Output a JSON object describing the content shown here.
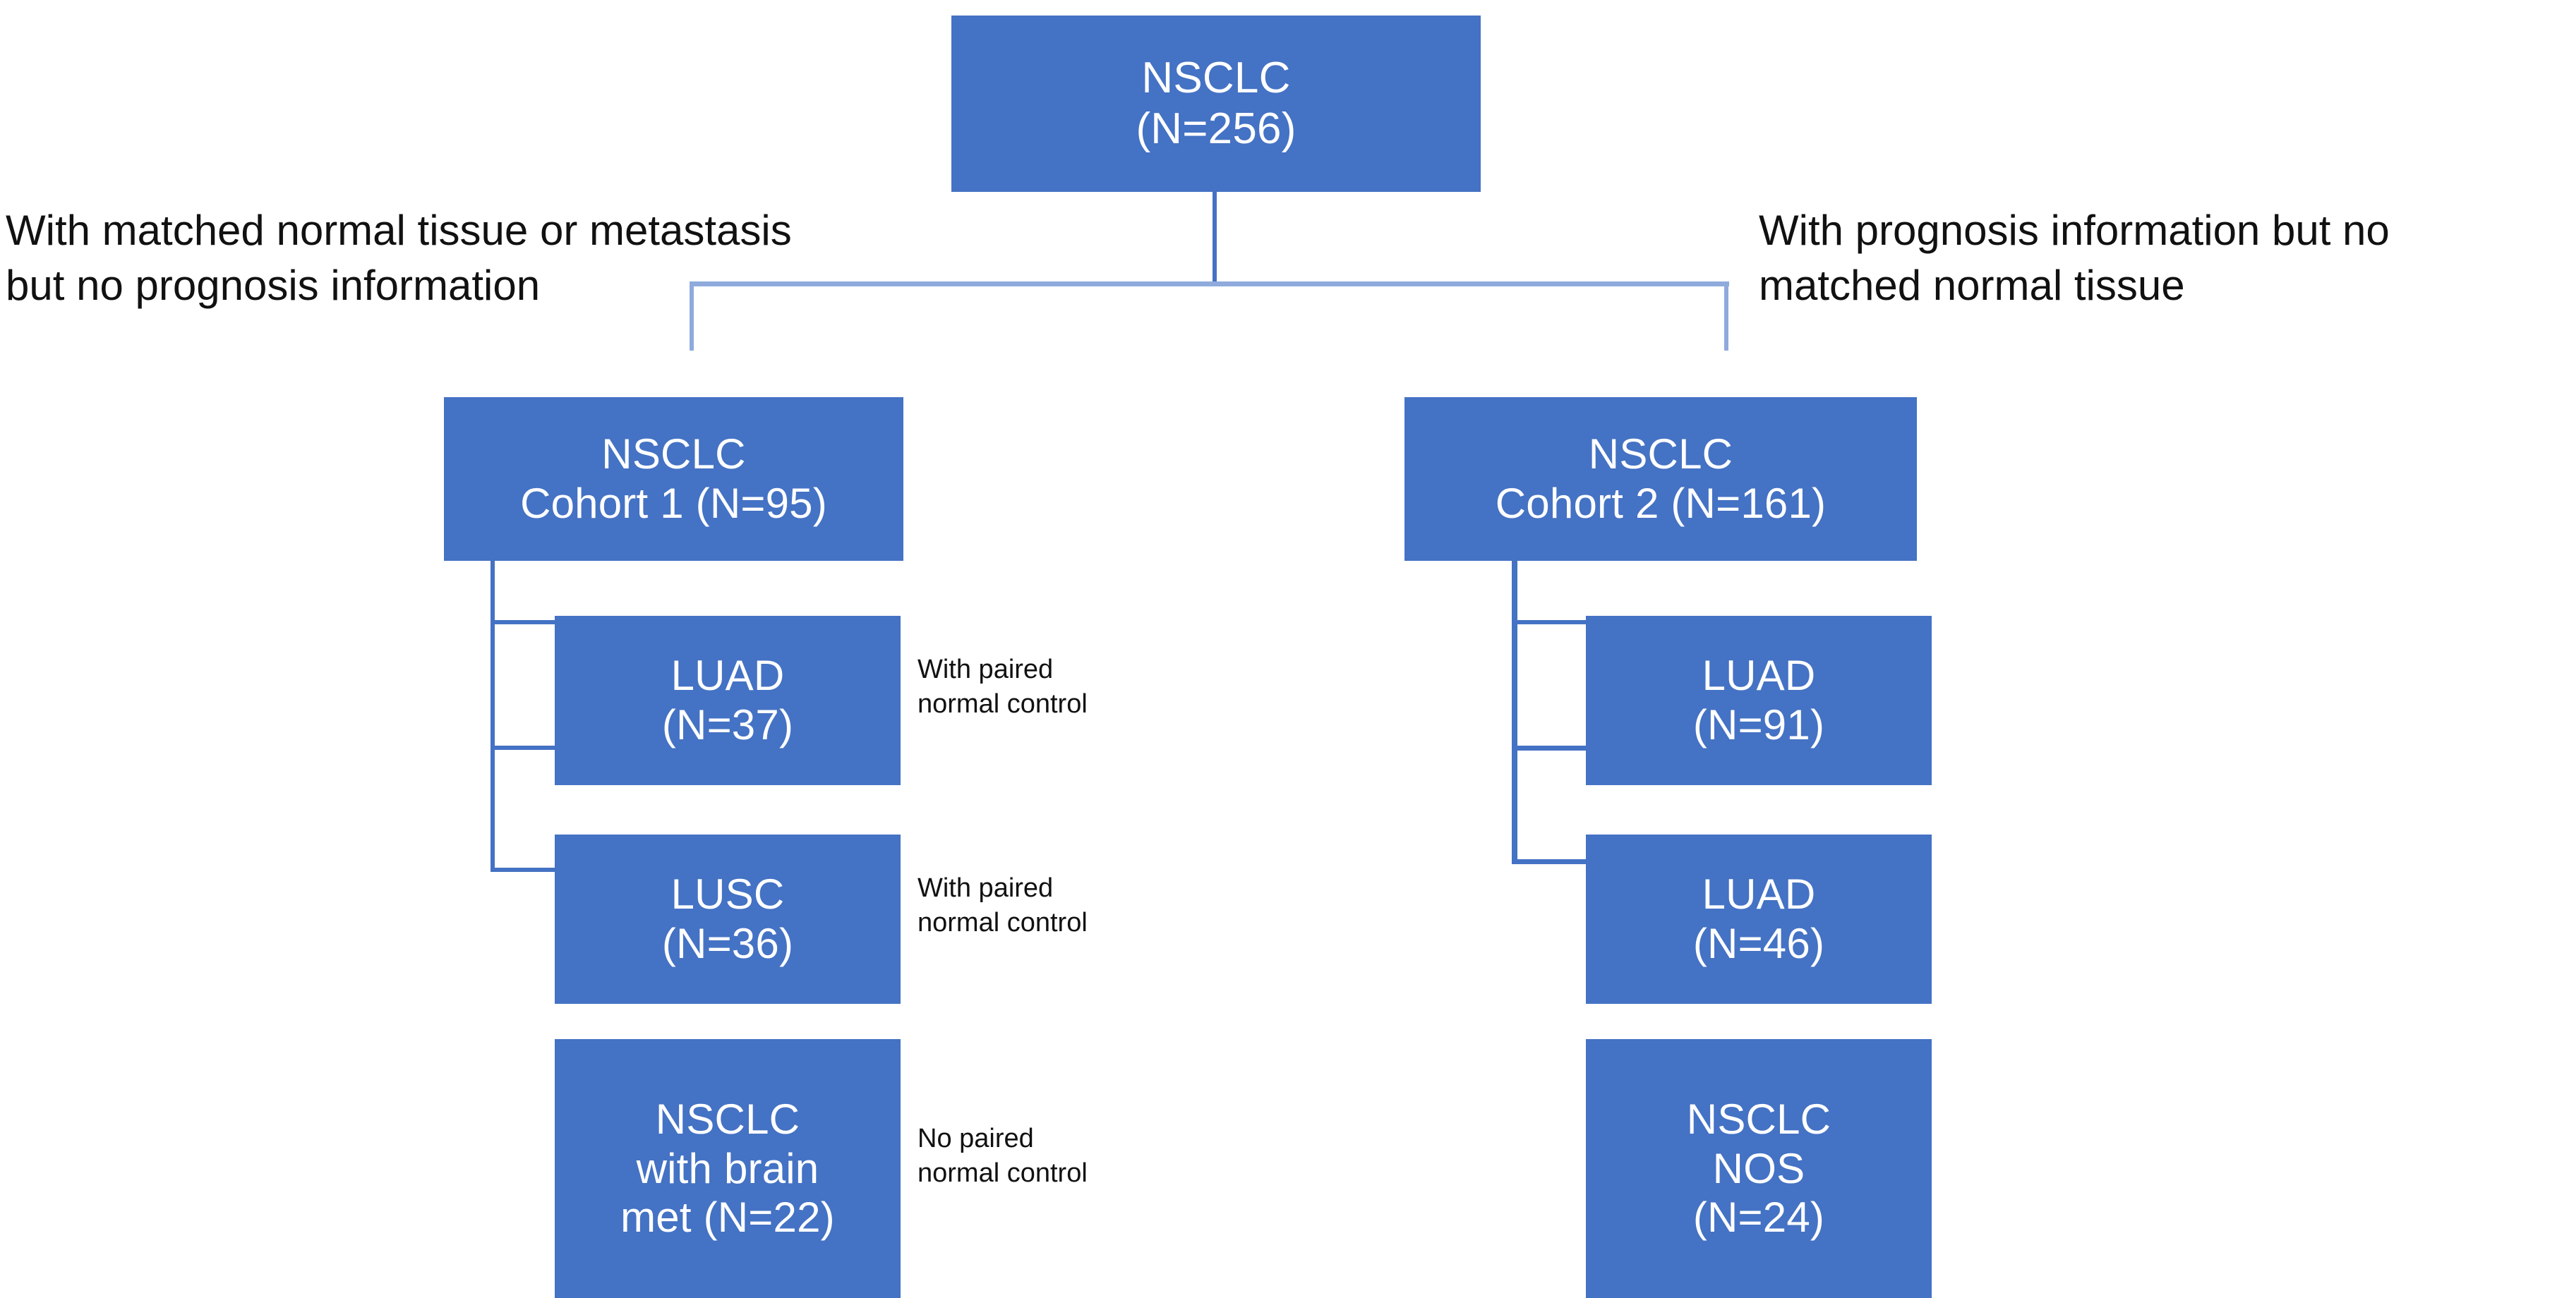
{
  "diagram": {
    "title": "NSCLC cohort flow diagram",
    "accent_color": "#4472C4",
    "connector_color": "#4472C4",
    "brace_color": "#8FAADC",
    "text_color": "#111111",
    "box_text_color": "#FFFFFF"
  },
  "root": {
    "label": "NSCLC\n(N=256)",
    "name": "NSCLC",
    "n": 256
  },
  "branch_annotations": {
    "left": "With matched normal tissue or metastasis\nbut no prognosis information",
    "right": "With prognosis information but no\nmatched normal tissue"
  },
  "cohorts": [
    {
      "id": "cohort-1",
      "label": "NSCLC\nCohort 1 (N=95)",
      "name": "NSCLC Cohort 1",
      "n": 95,
      "children": [
        {
          "id": "cohort1-luad",
          "label": "LUAD\n(N=37)",
          "name": "LUAD",
          "n": 37,
          "note": "With paired\nnormal control"
        },
        {
          "id": "cohort1-lusc",
          "label": "LUSC\n(N=36)",
          "name": "LUSC",
          "n": 36,
          "note": "With paired\nnormal control"
        },
        {
          "id": "cohort1-brain",
          "label": "NSCLC\nwith brain\nmet (N=22)",
          "name": "NSCLC with brain met",
          "n": 22,
          "note": "No paired\nnormal control"
        }
      ]
    },
    {
      "id": "cohort-2",
      "label": "NSCLC\nCohort 2 (N=161)",
      "name": "NSCLC Cohort 2",
      "n": 161,
      "children": [
        {
          "id": "cohort2-luad-91",
          "label": "LUAD\n(N=91)",
          "name": "LUAD",
          "n": 91,
          "note": ""
        },
        {
          "id": "cohort2-luad-46",
          "label": "LUAD\n(N=46)",
          "name": "LUAD",
          "n": 46,
          "note": ""
        },
        {
          "id": "cohort2-nos-24",
          "label": "NSCLC\nNOS\n(N=24)",
          "name": "NSCLC NOS",
          "n": 24,
          "note": ""
        }
      ]
    }
  ],
  "chart_data": {
    "type": "diagram",
    "title": "NSCLC cohort flow diagram",
    "nodes": [
      {
        "id": "root",
        "label": "NSCLC (N=256)",
        "n": 256,
        "level": 0
      },
      {
        "id": "cohort-1",
        "label": "NSCLC Cohort 1 (N=95)",
        "n": 95,
        "level": 1
      },
      {
        "id": "cohort-2",
        "label": "NSCLC Cohort 2 (N=161)",
        "n": 161,
        "level": 1
      },
      {
        "id": "cohort1-luad",
        "label": "LUAD (N=37)",
        "n": 37,
        "level": 2
      },
      {
        "id": "cohort1-lusc",
        "label": "LUSC (N=36)",
        "n": 36,
        "level": 2
      },
      {
        "id": "cohort1-brain",
        "label": "NSCLC with brain met (N=22)",
        "n": 22,
        "level": 2
      },
      {
        "id": "cohort2-luad-91",
        "label": "LUAD (N=91)",
        "n": 91,
        "level": 2
      },
      {
        "id": "cohort2-luad-46",
        "label": "LUAD (N=46)",
        "n": 46,
        "level": 2
      },
      {
        "id": "cohort2-nos-24",
        "label": "NSCLC NOS (N=24)",
        "n": 24,
        "level": 2
      }
    ],
    "edges": [
      {
        "from": "root",
        "to": "cohort-1",
        "label": "With matched normal tissue or metastasis but no prognosis information"
      },
      {
        "from": "root",
        "to": "cohort-2",
        "label": "With prognosis information but no matched normal tissue"
      },
      {
        "from": "cohort-1",
        "to": "cohort1-luad",
        "label": "With paired normal control"
      },
      {
        "from": "cohort-1",
        "to": "cohort1-lusc",
        "label": "With paired normal control"
      },
      {
        "from": "cohort-1",
        "to": "cohort1-brain",
        "label": "No paired normal control"
      },
      {
        "from": "cohort-2",
        "to": "cohort2-luad-91",
        "label": ""
      },
      {
        "from": "cohort-2",
        "to": "cohort2-luad-46",
        "label": ""
      },
      {
        "from": "cohort-2",
        "to": "cohort2-nos-24",
        "label": ""
      }
    ]
  }
}
